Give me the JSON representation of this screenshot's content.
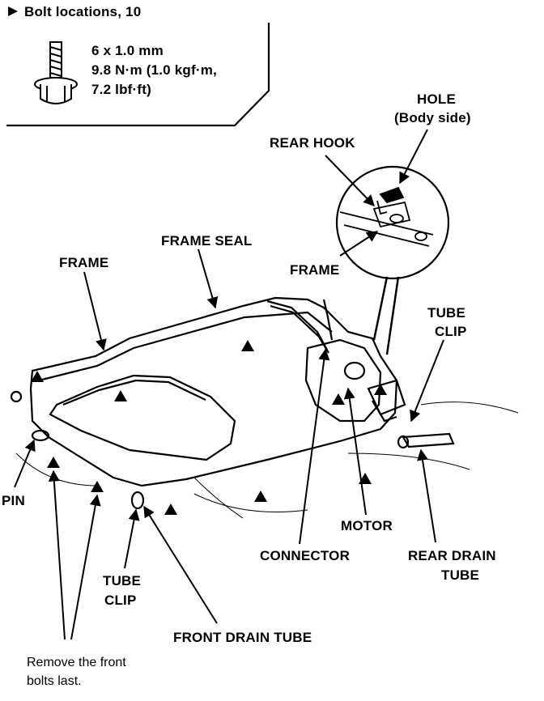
{
  "legend": {
    "marker_text": "Bolt locations, 10",
    "spec_line1": "6 x 1.0 mm",
    "spec_line2": "9.8 N·m (1.0 kgf·m,",
    "spec_line3": "7.2 lbf·ft)"
  },
  "labels": {
    "hole_line1": "HOLE",
    "hole_line2": "(Body side)",
    "rear_hook": "REAR HOOK",
    "frame_seal": "FRAME SEAL",
    "frame_left": "FRAME",
    "frame_detail": "FRAME",
    "tube_clip_right_line1": "TUBE",
    "tube_clip_right_line2": "CLIP",
    "pin": "PIN",
    "motor": "MOTOR",
    "connector": "CONNECTOR",
    "rear_drain_line1": "REAR DRAIN",
    "rear_drain_line2": "TUBE",
    "tube_clip_front_line1": "TUBE",
    "tube_clip_front_line2": "CLIP",
    "front_drain_tube": "FRONT DRAIN TUBE",
    "remove_note_line1": "Remove the front",
    "remove_note_line2": "bolts last."
  },
  "colors": {
    "ink": "#000000",
    "paper": "#ffffff"
  }
}
